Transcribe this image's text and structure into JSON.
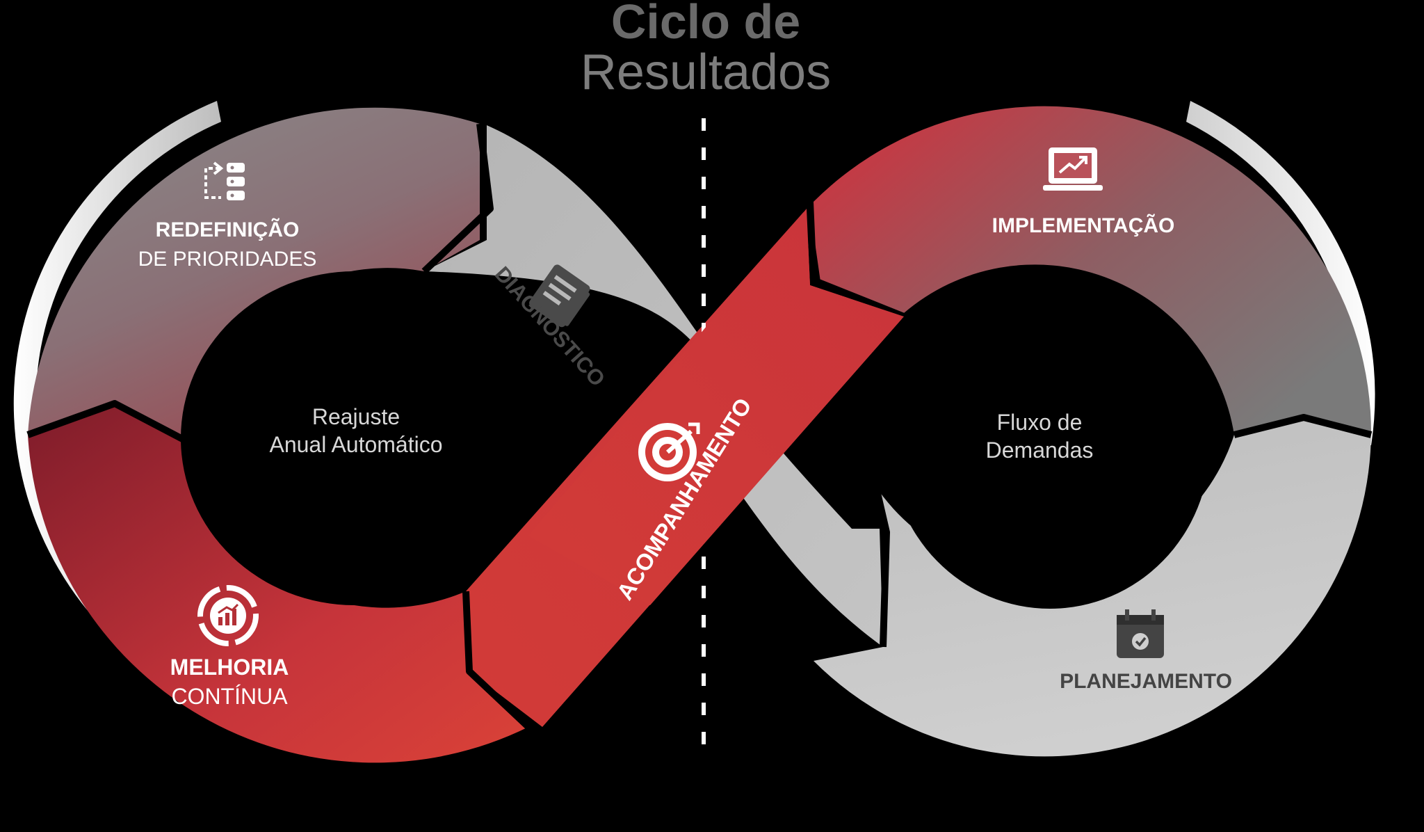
{
  "title": {
    "line1": "Ciclo de",
    "line2": "Resultados"
  },
  "left_center": {
    "line1": "Reajuste",
    "line2": "Anual Automático"
  },
  "right_center": {
    "line1": "Fluxo de",
    "line2": "Demandas"
  },
  "stages": {
    "redefinicao": {
      "line1": "REDEFINIÇÃO",
      "line2": "DE PRIORIDADES",
      "icon": "priority-list-icon"
    },
    "diagnostico": {
      "label": "DIAGNÓSTICO",
      "icon": "document-pen-icon"
    },
    "acompanhamento": {
      "label": "ACOMPANHAMENTO",
      "icon": "target-icon"
    },
    "implementacao": {
      "label": "IMPLEMENTAÇÃO",
      "icon": "laptop-chart-icon"
    },
    "planejamento": {
      "label": "PLANEJAMENTO",
      "icon": "calendar-check-icon"
    },
    "melhoria": {
      "line1": "MELHORIA",
      "line2": "CONTÍNUA",
      "icon": "cycle-chart-icon"
    }
  },
  "colors": {
    "background": "#000000",
    "red": "#d23b38",
    "dark_red": "#8e1f2a",
    "gray": "#8f8f8f",
    "light_gray": "#c9c9c9",
    "title_gray": "#6f6f6f"
  }
}
